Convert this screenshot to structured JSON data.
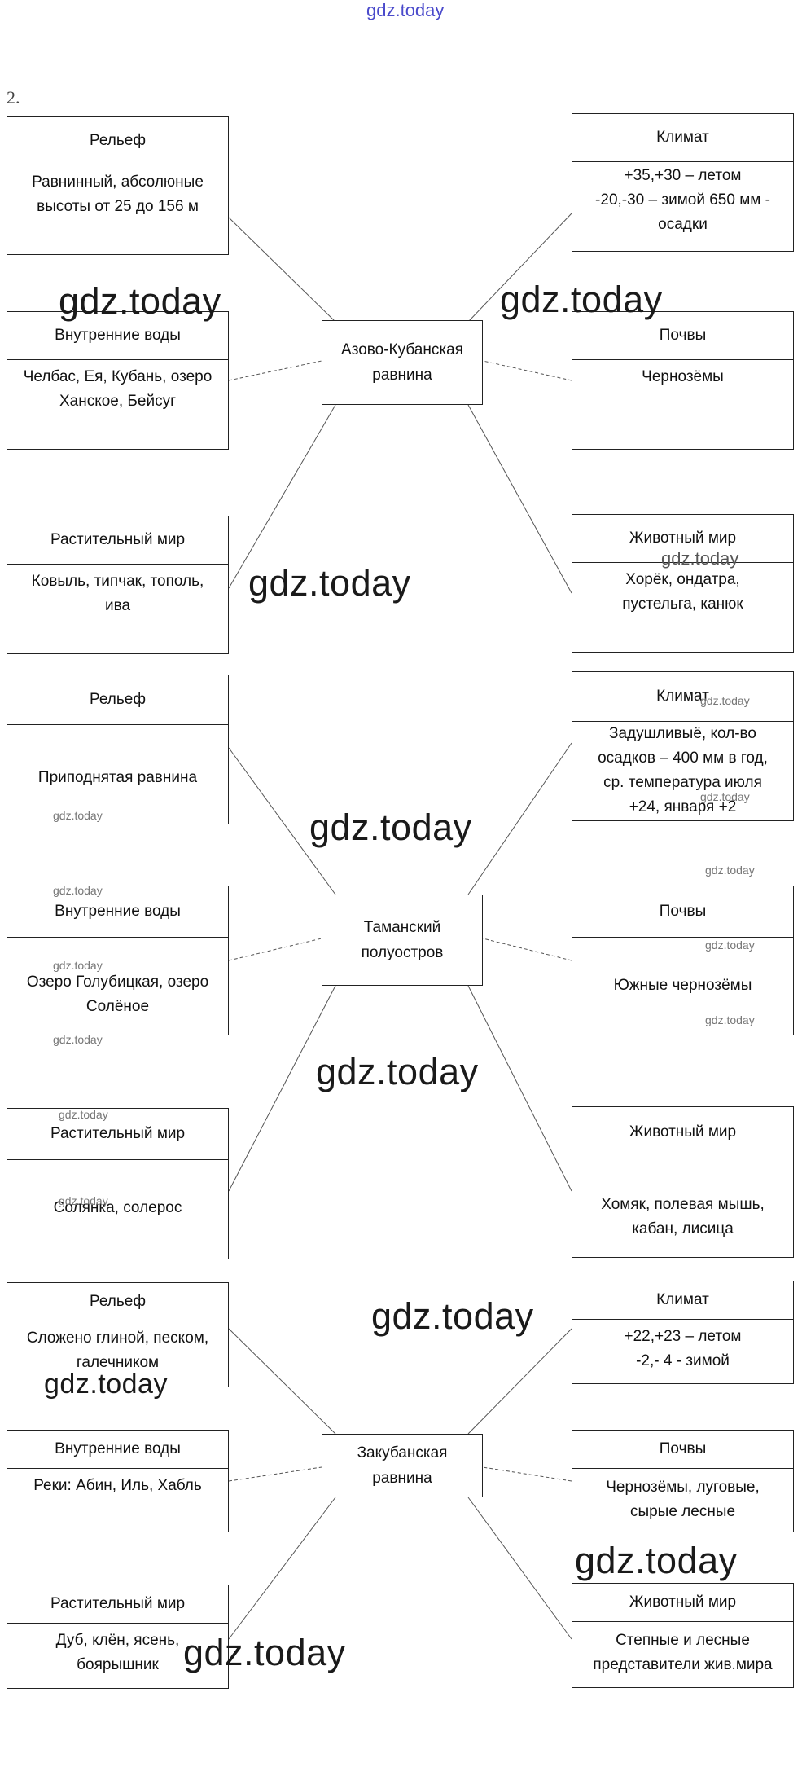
{
  "page_number": "2.",
  "top_watermark": "gdz.today",
  "watermark": "gdz.today",
  "groups": [
    {
      "center": "Азово-Кубанская\nравнина",
      "boxes": {
        "relief": {
          "title": "Рельеф",
          "text": "Равнинный, абсолюные\nвысоты от 25 до 156 м"
        },
        "waters": {
          "title": "Внутренние воды",
          "text": "Челбас, Ея, Кубань, озеро\nХанское, Бейсуг"
        },
        "flora": {
          "title": "Растительный мир",
          "text": "Ковыль, типчак, тополь,\nива"
        },
        "climate": {
          "title": "Климат",
          "text": "+35,+30 – летом\n-20,-30 – зимой 650 мм -\nосадки"
        },
        "soils": {
          "title": "Почвы",
          "text": "Чернозёмы"
        },
        "fauna": {
          "title": "Животный мир",
          "text": "Хорёк, ондатра,\nпустельга, канюк"
        }
      }
    },
    {
      "center": "Таманский\nполуостров",
      "boxes": {
        "relief": {
          "title": "Рельеф",
          "text": "Приподнятая равнина"
        },
        "waters": {
          "title": "Внутренние воды",
          "text": "Озеро Голубицкая, озеро\nСолёное"
        },
        "flora": {
          "title": "Растительный мир",
          "text": "Солянка, солерос"
        },
        "climate": {
          "title": "Климат",
          "text": "Задушливыё, кол-во\nосадков – 400 мм в год,\nср. температура июля\n+24, января +2"
        },
        "soils": {
          "title": "Почвы",
          "text": "Южные чернозёмы"
        },
        "fauna": {
          "title": "Животный мир",
          "text": "Хомяк, полевая мышь,\nкабан, лисица"
        }
      }
    },
    {
      "center": "Закубанская\nравнина",
      "boxes": {
        "relief": {
          "title": "Рельеф",
          "text": "Сложено глиной, песком,\nгалечником"
        },
        "waters": {
          "title": "Внутренние воды",
          "text": "Реки: Абин, Иль, Хабль"
        },
        "flora": {
          "title": "Растительный мир",
          "text": "Дуб, клён, ясень,\nбоярышник"
        },
        "climate": {
          "title": "Климат",
          "text": "+22,+23 – летом\n-2,- 4 - зимой"
        },
        "soils": {
          "title": "Почвы",
          "text": "Чернозёмы, луговые,\nсырые лесные"
        },
        "fauna": {
          "title": "Животный мир",
          "text": "Степные и лесные\nпредставители жив.мира"
        }
      }
    }
  ]
}
